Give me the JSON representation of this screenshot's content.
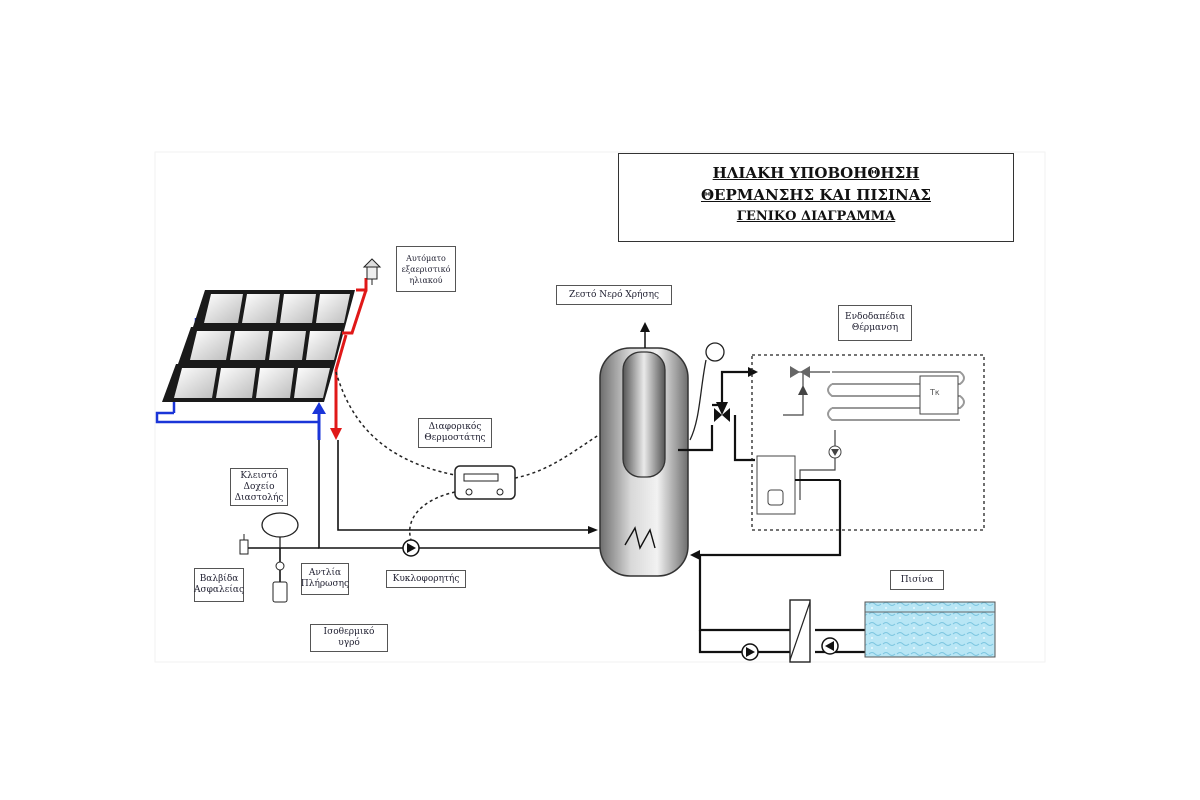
{
  "title": {
    "line1": "ΗΛΙΑΚΗ ΥΠΟΒΟΗΘΗΣΗ",
    "line2": "ΘΕΡΜΑΝΣΗΣ ΚΑΙ ΠΙΣΙΝΑΣ",
    "line3": "ΓΕΝΙΚΟ ΔΙΑΓΡΑΜΜΑ"
  },
  "labels": {
    "air_vent": "Αυτόματο εξαεριστικό ηλιακού",
    "hot_water": "Ζεστό Νερό Χρήσης",
    "thermostat": "Διαφορικός Θερμοστάτης",
    "underfloor": "Ενδοδαπέδια Θέρμανση",
    "expansion_vessel": "Κλειστό Δοχείο Διαστολής",
    "safety_valve": "Βαλβίδα Ασφαλείας",
    "antifreeze": "Αντλία Πλήρωσης",
    "circulator": "Κυκλοφορητής",
    "insulated_pipe": "Ισοθερμικό υγρό",
    "pool": "Πισίνα",
    "boiler_tag": "Τκ"
  },
  "colors": {
    "hot_line": "#e01818",
    "cold_line": "#1a35d8",
    "pipe": "#111111",
    "pool_water": "#a8dff0",
    "tank_dark": "#7a7a7a"
  }
}
